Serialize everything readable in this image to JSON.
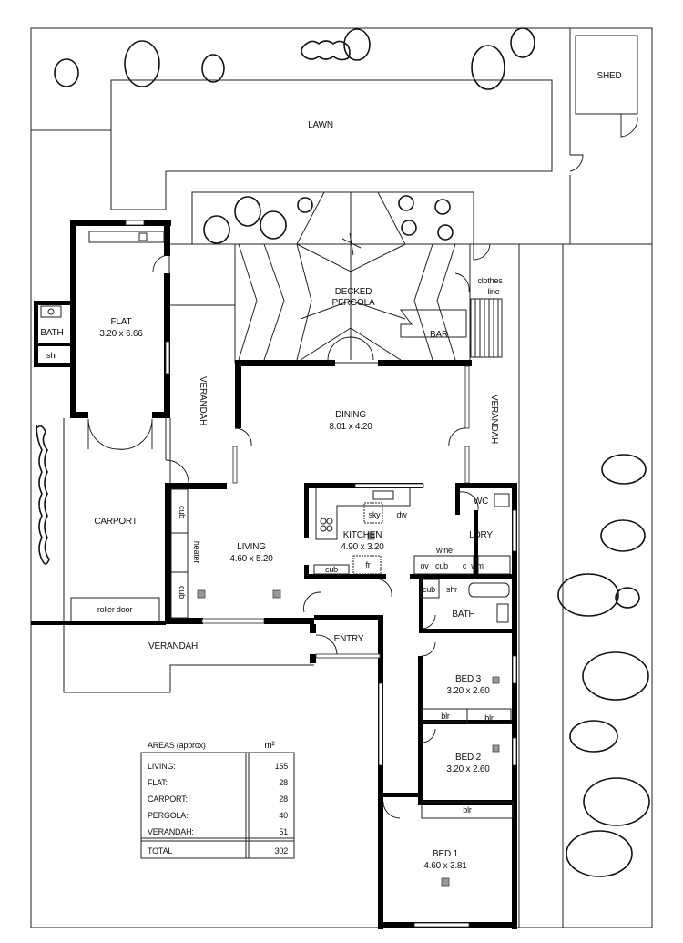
{
  "plan": {
    "outdoor": {
      "lawn": "LAWN",
      "shed": "SHED",
      "clothes_line": [
        "clothes",
        "line"
      ],
      "verandah_front": "VERANDAH",
      "verandah_west": "VERANDAH",
      "verandah_east": "VERANDAH",
      "pergola": [
        "DECKED",
        "PERGOLA"
      ],
      "bar": "BAR",
      "carport": "CARPORT",
      "roller_door": "roller door"
    },
    "rooms": {
      "flat": {
        "name": "FLAT",
        "dims": "3.20 x 6.66"
      },
      "flat_bath": "BATH",
      "flat_shr": "shr",
      "dining": {
        "name": "DINING",
        "dims": "8.01 x 4.20"
      },
      "living": {
        "name": "LIVING",
        "dims": "4.60 x 5.20"
      },
      "kitchen": {
        "name": "KITCHEN",
        "dims": "4.90 x 3.20"
      },
      "entry": "ENTRY",
      "wc": "WC",
      "ldry": "LDRY",
      "bath": "BATH",
      "bed3": {
        "name": "BED 3",
        "dims": "3.20 x 2.60"
      },
      "bed2": {
        "name": "BED 2",
        "dims": "3.20 x 2.60"
      },
      "bed1": {
        "name": "BED 1",
        "dims": "4.60 x 3.81"
      }
    },
    "fixtures": {
      "cub": "cub",
      "heater": "heater",
      "sky": "sky",
      "dw": "dw",
      "fr": "fr",
      "wine": "wine",
      "ov": "ov",
      "c": "c",
      "wm": "wm",
      "shr": "shr",
      "blr": "blr"
    }
  },
  "areas_table": {
    "title": "AREAS (approx)",
    "unit": "m²",
    "rows": [
      {
        "label": "LIVING:",
        "value": "155"
      },
      {
        "label": "FLAT:",
        "value": "28"
      },
      {
        "label": "CARPORT:",
        "value": "28"
      },
      {
        "label": "PERGOLA:",
        "value": "40"
      },
      {
        "label": "VERANDAH:",
        "value": "51"
      }
    ],
    "total": {
      "label": "TOTAL",
      "value": "302"
    }
  }
}
